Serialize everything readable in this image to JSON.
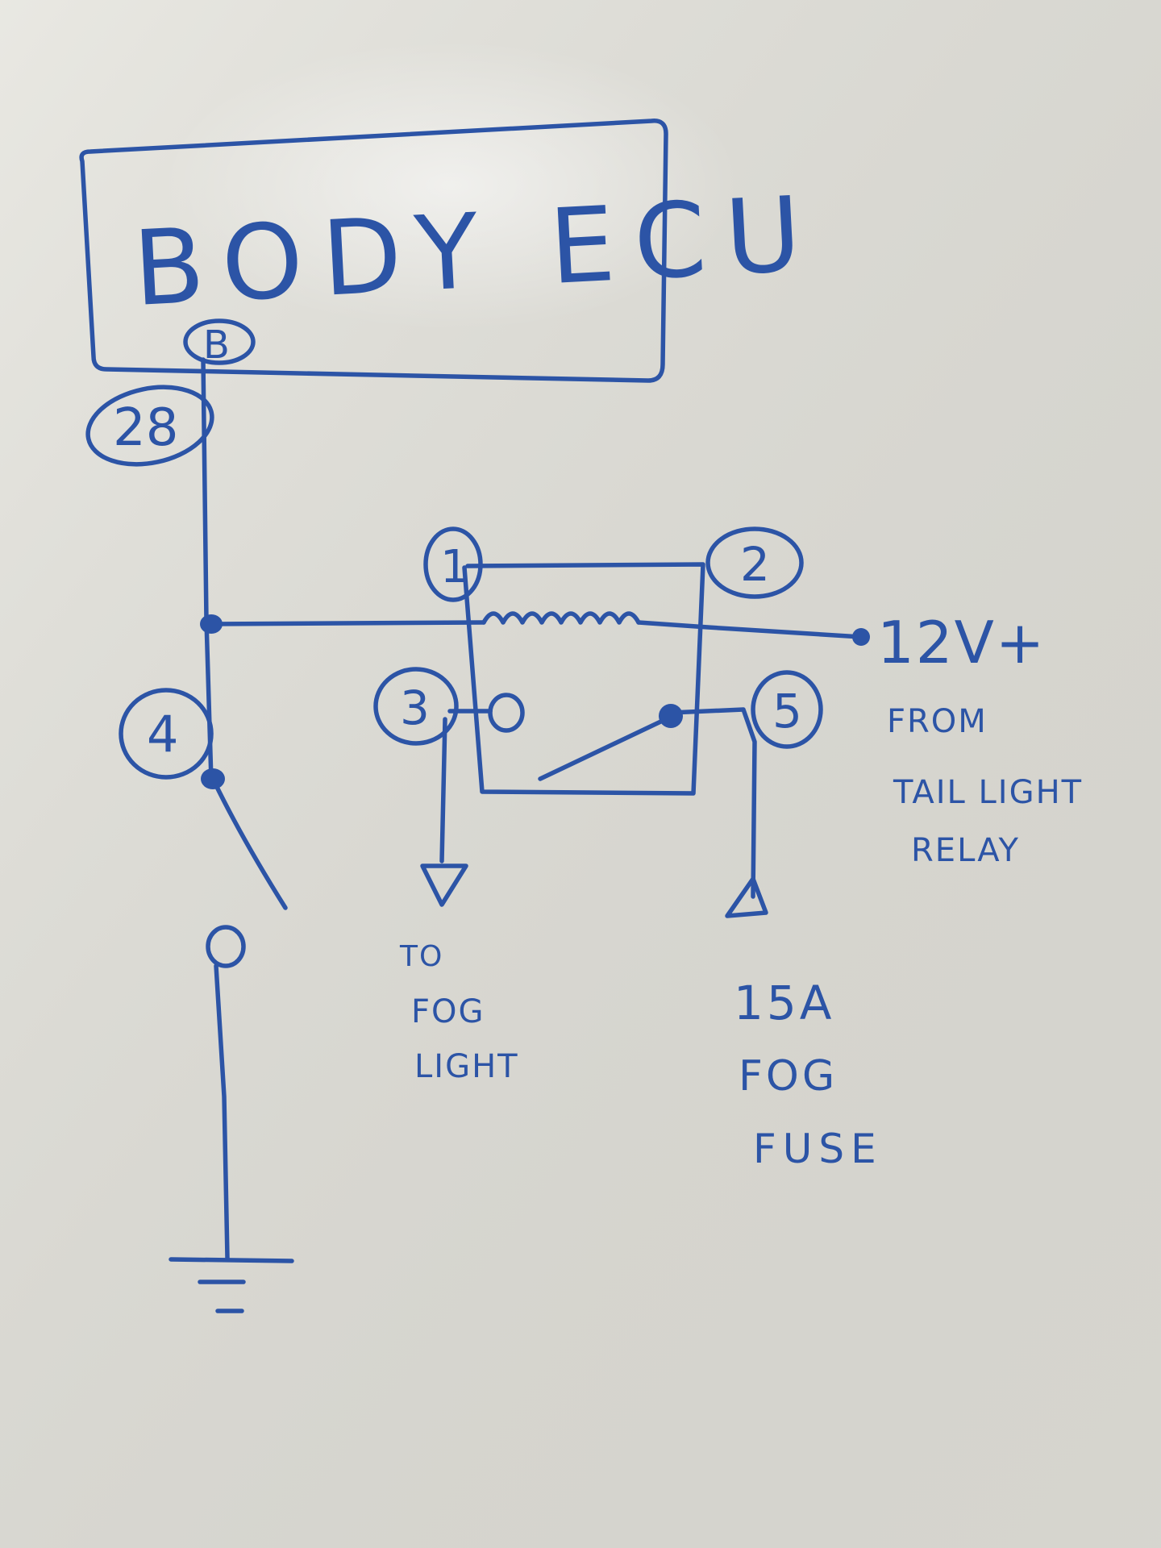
{
  "colors": {
    "board": "#e4e3dc",
    "ink": "#2c54a6"
  },
  "ecu": {
    "label": "BODY ECU",
    "connector": "B"
  },
  "pins": {
    "wire": "28",
    "switch": "4",
    "relay_1": "1",
    "relay_2": "2",
    "relay_3": "3",
    "relay_5": "5"
  },
  "supply": {
    "voltage": "12V+",
    "line_1": "FROM",
    "line_2": "TAIL LIGHT",
    "line_3": "RELAY"
  },
  "fog_light": {
    "line_1": "TO",
    "line_2": "FOG",
    "line_3": "LIGHT"
  },
  "fuse": {
    "line_1": "15A",
    "line_2": "FOG",
    "line_3": "FUSE"
  }
}
